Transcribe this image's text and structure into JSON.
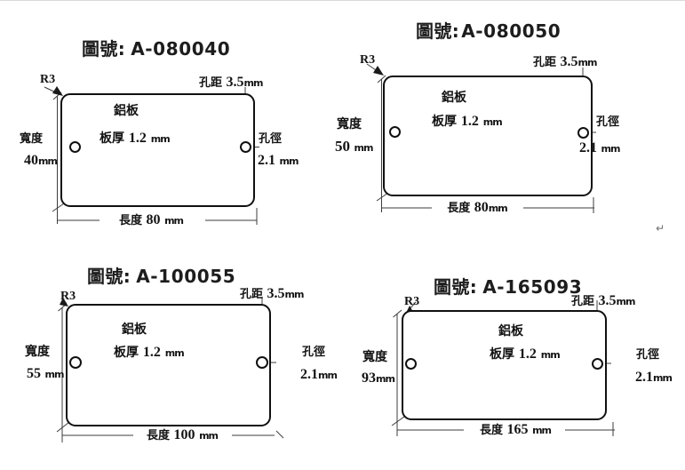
{
  "page": {
    "return_mark": "↵"
  },
  "drawings": [
    {
      "title_prefix": "圖號:",
      "drawing_no": "A-080040",
      "corner_radius": "R3",
      "hole_spacing_label": "孔距",
      "hole_spacing_value": "3.5",
      "material": "鋁板",
      "thickness_label": "板厚",
      "thickness_value": "1.2",
      "width_label": "寬度",
      "width_value": "40",
      "length_label": "長度",
      "length_value": "80",
      "hole_dia_label": "孔徑",
      "hole_dia_value": "2.1",
      "unit": "mm"
    },
    {
      "title_prefix": "圖號:",
      "drawing_no": "A-080050",
      "corner_radius": "R3",
      "hole_spacing_label": "孔距",
      "hole_spacing_value": "3.5",
      "material": "鋁板",
      "thickness_label": "板厚",
      "thickness_value": "1.2",
      "width_label": "寬度",
      "width_value": "50",
      "length_label": "長度",
      "length_value": "80",
      "hole_dia_label": "孔徑",
      "hole_dia_value": "2.1",
      "unit": "mm"
    },
    {
      "title_prefix": "圖號:",
      "drawing_no": "A-100055",
      "corner_radius": "R3",
      "hole_spacing_label": "孔距",
      "hole_spacing_value": "3.5",
      "material": "鋁板",
      "thickness_label": "板厚",
      "thickness_value": "1.2",
      "width_label": "寬度",
      "width_value": "55",
      "length_label": "長度",
      "length_value": "100",
      "hole_dia_label": "孔徑",
      "hole_dia_value": "2.1",
      "unit": "mm"
    },
    {
      "title_prefix": "圖號:",
      "drawing_no": "A-165093",
      "corner_radius": "R3",
      "hole_spacing_label": "孔距",
      "hole_spacing_value": "3.5",
      "material": "鋁板",
      "thickness_label": "板厚",
      "thickness_value": "1.2",
      "width_label": "寬度",
      "width_value": "93",
      "length_label": "長度",
      "length_value": "165",
      "hole_dia_label": "孔徑",
      "hole_dia_value": "2.1",
      "unit": "mm"
    }
  ]
}
